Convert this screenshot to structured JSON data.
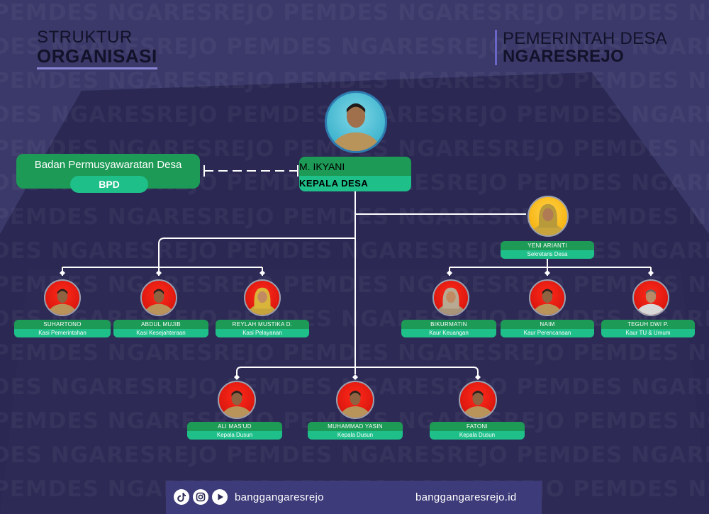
{
  "watermark_text": "PEMDES NGARESREJO PEMDES NGARESREJO PEMDES NGARESREJO PEMDES NGARESREJO",
  "header": {
    "left_line1": "STRUKTUR",
    "left_line2": "ORGANISASI",
    "right_line1": "PEMERINTAH DESA",
    "right_line2": "NGARESREJO"
  },
  "bpd": {
    "title": "Badan Permusyawaratan Desa",
    "abbr": "BPD"
  },
  "head": {
    "name": "M. IKYANI",
    "role": "KEPALA DESA"
  },
  "secretary": {
    "name": "YENI ARIANTI",
    "role": "Sekretaris Desa"
  },
  "kasi": [
    {
      "name": "SUHARTONO",
      "role": "Kasi Pemerintahan"
    },
    {
      "name": "ABDUL MUJIB",
      "role": "Kasi Kesejahteraan"
    },
    {
      "name": "REYLAH MUSTIKA D.",
      "role": "Kasi Pelayanan"
    }
  ],
  "kaur": [
    {
      "name": "BIKURMATIN",
      "role": "Kaur Keuangan"
    },
    {
      "name": "NAIM",
      "role": "Kaur Perencanaan"
    },
    {
      "name": "TEGUH DWI P.",
      "role": "Kaur TU & Umum"
    }
  ],
  "kadus": [
    {
      "name": "ALI MAS'UD",
      "role": "Kepala Dusun"
    },
    {
      "name": "MUHAMMAD YASIN",
      "role": "Kepala Dusun"
    },
    {
      "name": "FATONI",
      "role": "Kepala Dusun"
    }
  ],
  "footer": {
    "social_icons": [
      "tiktok-icon",
      "instagram-icon",
      "youtube-icon"
    ],
    "handle": "banggangaresrejo",
    "website": "banggangaresrejo.id"
  },
  "colors": {
    "background": "#3a3868",
    "name_green": "#1d9a56",
    "role_teal": "#1fbf8a",
    "photo_red": "#e11a10"
  }
}
